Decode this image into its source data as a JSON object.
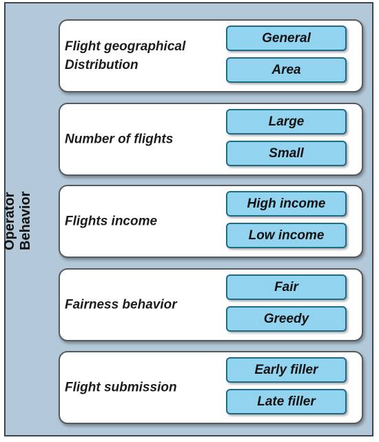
{
  "diagram": {
    "side_label": [
      "Operator",
      "Behavior"
    ],
    "categories": [
      {
        "title": "Flight geographical Distribution",
        "options": [
          "General",
          "Area"
        ]
      },
      {
        "title": "Number of flights",
        "options": [
          "Large",
          "Small"
        ]
      },
      {
        "title": "Flights income",
        "options": [
          "High income",
          "Low income"
        ]
      },
      {
        "title": "Fairness behavior",
        "options": [
          "Fair",
          "Greedy"
        ]
      },
      {
        "title": "Flight submission",
        "options": [
          "Early filler",
          "Late filler"
        ]
      }
    ]
  }
}
